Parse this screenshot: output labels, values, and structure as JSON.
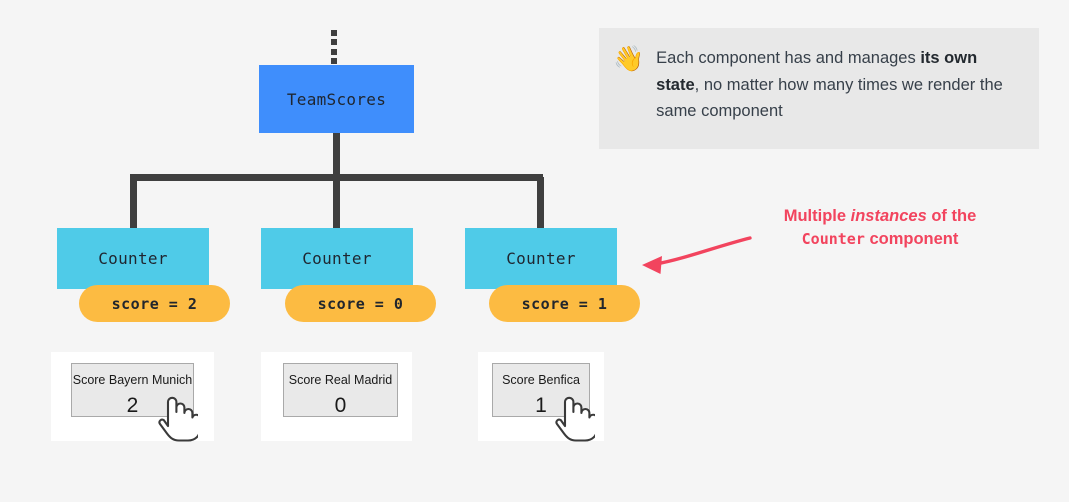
{
  "background_color": "#f5f5f5",
  "colors": {
    "root_node": "#3f8efc",
    "child_node": "#4fcbe8",
    "state_pill": "#fcbb42",
    "connector": "#3f3f3f",
    "annotation": "#f2445e",
    "callout_bg": "#e8e8e8",
    "panel_bg": "#ffffff",
    "button_bg": "#e9e9e9"
  },
  "tree": {
    "root": {
      "label": "TeamScores"
    },
    "children": [
      {
        "label": "Counter",
        "state": "score = 2"
      },
      {
        "label": "Counter",
        "state": "score = 0"
      },
      {
        "label": "Counter",
        "state": "score = 1"
      }
    ]
  },
  "callout": {
    "emoji": "👋",
    "emoji_name": "waving-hand-emoji",
    "text_part1": "Each component has and manages ",
    "text_bold": "its own state",
    "text_part2": ", no matter how many times we render the same component"
  },
  "annotation": {
    "line1_prefix": "Multiple ",
    "line1_italic": "instances",
    "line1_suffix": " of the",
    "line2_mono": "Counter",
    "line2_suffix": " component"
  },
  "previews": [
    {
      "button_label": "Score Bayern Munich",
      "value": "2",
      "has_cursor": true
    },
    {
      "button_label": "Score Real Madrid",
      "value": "0",
      "has_cursor": false
    },
    {
      "button_label": "Score Benfica",
      "value": "1",
      "has_cursor": true
    }
  ]
}
